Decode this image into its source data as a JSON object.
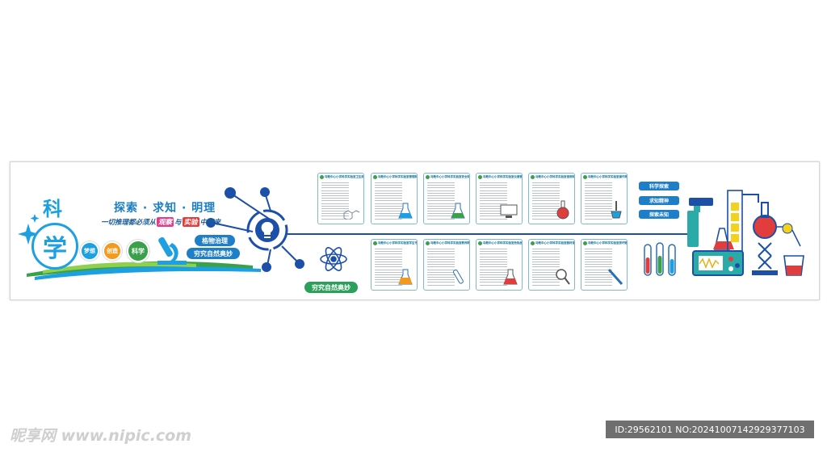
{
  "left": {
    "char_ke": "科",
    "char_xue": "学",
    "slogan": "探索 · 求知 · 明理",
    "subline_pre": "一切推理都必须从",
    "subline_hl1": "观察",
    "subline_mid": "与",
    "subline_hl2": "实验",
    "subline_post": "中得来",
    "dots": [
      "梦想",
      "创造",
      "科学"
    ],
    "pill_1": "格物治理",
    "pill_2": "穷究自然奥妙"
  },
  "center": {
    "pill": "穷究自然奥妙"
  },
  "cards": [
    {
      "title": "马鞍中心小学科学实验室卫生制度",
      "icon": "molecule-icon"
    },
    {
      "title": "马鞍中心小学科学实验室管理制度",
      "icon": "flask-icon"
    },
    {
      "title": "马鞍中心小学科学实验室安全制度",
      "icon": "conical-flask-icon"
    },
    {
      "title": "马鞍中心小学科学实验室仪器管理",
      "icon": "microscope-monitor-icon"
    },
    {
      "title": "马鞍中心小学科学实验室借用制度",
      "icon": "round-flask-icon"
    },
    {
      "title": "马鞍中心小学科学实验室操作规程",
      "icon": "dropper-icon"
    },
    {
      "title": "马鞍中心小学科学实验室学生守则",
      "icon": "orange-flask-icon"
    },
    {
      "title": "马鞍中心小学科学实验室教师职责",
      "icon": "test-tube-icon"
    },
    {
      "title": "马鞍中心小学科学实验室危险品管理",
      "icon": "red-flask-icon"
    },
    {
      "title": "马鞍中心小学科学实验室器材保管",
      "icon": "magnifier-icon"
    },
    {
      "title": "马鞍中心小学科学实验室损坏赔偿",
      "icon": "pipette-icon"
    }
  ],
  "right_tags": [
    "科学探索",
    "求知精神",
    "探索未知"
  ],
  "watermark": {
    "left": "昵享网 www.nipic.com",
    "right": "ID:29562101 NO:20241007142929377103"
  },
  "colors": {
    "primary_blue": "#1ca0e2",
    "dark_blue": "#1b4fa8",
    "green": "#3aa04a",
    "orange": "#f39a1e",
    "purple": "#7b5ad8",
    "red": "#e23d3d",
    "teal": "#2aaba8"
  }
}
